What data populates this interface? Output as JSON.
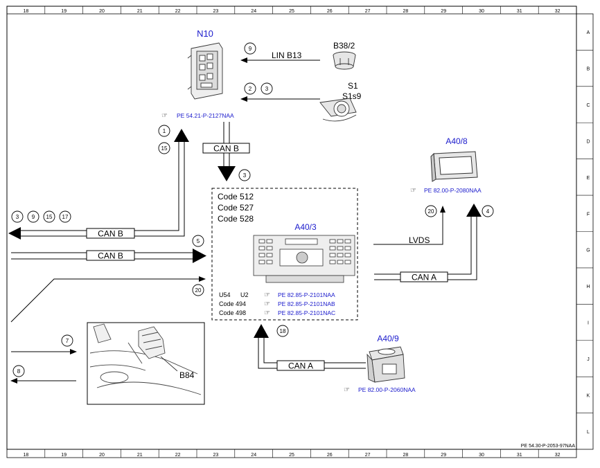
{
  "ruler": {
    "columns": [
      "18",
      "19",
      "20",
      "21",
      "22",
      "23",
      "24",
      "25",
      "26",
      "27",
      "28",
      "29",
      "30",
      "31",
      "32"
    ],
    "rows": [
      "A",
      "B",
      "C",
      "D",
      "E",
      "F",
      "G",
      "H",
      "I",
      "J",
      "K",
      "L"
    ]
  },
  "doc_ref": "PE 54.30-P-2053-97NAA",
  "components": {
    "n10": {
      "id": "N10",
      "ref": "PE 54.21-P-2127NAA"
    },
    "b38_2": {
      "id": "B38/2"
    },
    "s1": {
      "id": "S1",
      "sub": "S1s9"
    },
    "a40_8": {
      "id": "A40/8",
      "ref": "PE 82.00-P-2080NAA"
    },
    "a40_3": {
      "id": "A40/3",
      "codes": [
        "Code 512",
        "Code 527",
        "Code 528"
      ],
      "variants": [
        {
          "label_a": "U54",
          "label_b": "U2",
          "ref": "PE 82.85-P-2101NAA"
        },
        {
          "label_a": "Code 494",
          "label_b": "",
          "ref": "PE 82.85-P-2101NAB"
        },
        {
          "label_a": "Code 498",
          "label_b": "",
          "ref": "PE 82.85-P-2101NAC"
        }
      ]
    },
    "a40_9": {
      "id": "A40/9",
      "ref": "PE 82.00-P-2060NAA"
    },
    "b84": {
      "id": "B84"
    }
  },
  "signals": {
    "lin_b13": "LIN B13",
    "can_b": "CAN B",
    "can_a": "CAN A",
    "lvds": "LVDS"
  },
  "circles": {
    "n9": "9",
    "n2": "2",
    "n3a": "3",
    "n1": "1",
    "n15a": "15",
    "n3b": "3",
    "l3": "3",
    "l9": "9",
    "l15": "15",
    "l17": "17",
    "n5": "5",
    "n20a": "20",
    "n20b": "20",
    "n4": "4",
    "n7": "7",
    "n8": "8",
    "n18": "18"
  },
  "colors": {
    "line": "#000000",
    "link": "#1a1acc",
    "frame": "#808080"
  }
}
